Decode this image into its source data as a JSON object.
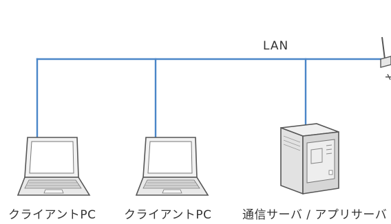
{
  "network": {
    "lan_label": "LAN"
  },
  "devices": {
    "client_pc_1": {
      "label": "クライアントPC",
      "icon": "laptop-icon"
    },
    "client_pc_2": {
      "label": "クライアントPC",
      "icon": "laptop-icon"
    },
    "server": {
      "label": "通信サーバ / アプリサーバ",
      "icon": "tower-server-icon"
    },
    "router": {
      "label": "",
      "icon": "wireless-router-icon"
    }
  },
  "colors": {
    "lan_line": "#4a86c8",
    "device_outline": "#555555",
    "device_fill": "#e6e6e6",
    "text": "#333333"
  }
}
